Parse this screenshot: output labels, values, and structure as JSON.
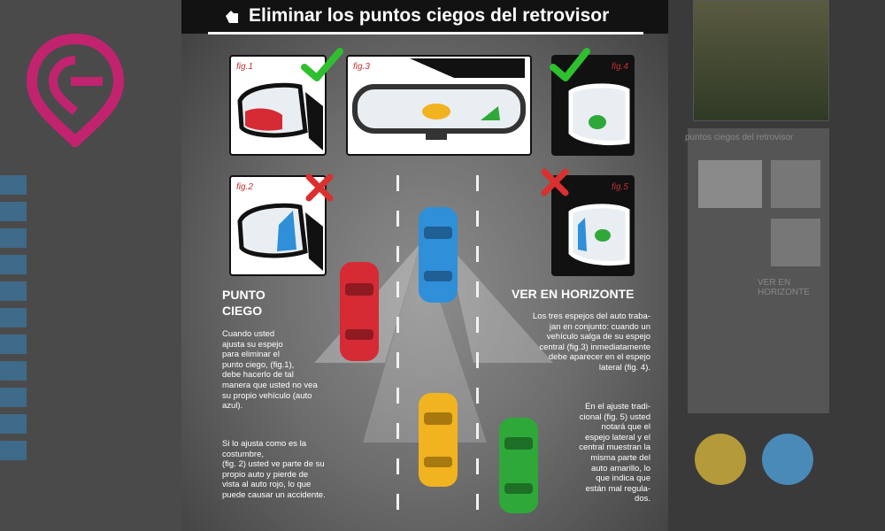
{
  "title": "Eliminar los puntos ciegos del retrovisor",
  "figures": {
    "fig1": "fig.1",
    "fig2": "fig.2",
    "fig3": "fig.3",
    "fig4": "fig.4",
    "fig5": "fig.5"
  },
  "left_column": {
    "heading_line1": "PUNTO",
    "heading_line2": "CIEGO",
    "paragraph1": "Cuando usted\najusta su espejo\npara eliminar el\npunto ciego, (fig.1),\ndebe hacerlo de tal\nmanera que usted no vea\nsu propio vehículo (auto\nazul).",
    "paragraph2": "Si lo ajusta como es la\ncostumbre,\n(fig. 2) usted ve parte de su\npropio auto y pierde de\nvista al auto rojo, lo que\npuede causar un accidente."
  },
  "right_column": {
    "heading": "VER EN HORIZONTE",
    "paragraph1": "Los tres espejos del auto traba-\njan en conjunto: cuando un\nvehículo salga de su espejo\ncentral (fig.3) inmediatamente\ndebe aparecer en el espejo\nlateral (fig. 4).",
    "paragraph2": "En el ajuste tradi-\ncional (fig. 5) usted\nnotará que el\nespejo lateral y el\ncentral muestran la\nmisma parte del\nauto amarillo, lo\nque indica que\nestán mal regula-\ndos."
  },
  "background_right": {
    "thumb_title": "puntos ciegos del retrovisor",
    "thumb_heading": "VER EN HORIZONTE"
  },
  "colors": {
    "check": "#2fbf2f",
    "cross": "#d93030",
    "car_blue": "#2f8fd8",
    "car_red": "#d62a35",
    "car_yellow": "#f2b320",
    "car_green": "#2fa83a",
    "logo": "#c2236f"
  },
  "icons": [
    "hand-pointer-icon",
    "check-icon",
    "cross-icon",
    "logo-pin-icon"
  ]
}
